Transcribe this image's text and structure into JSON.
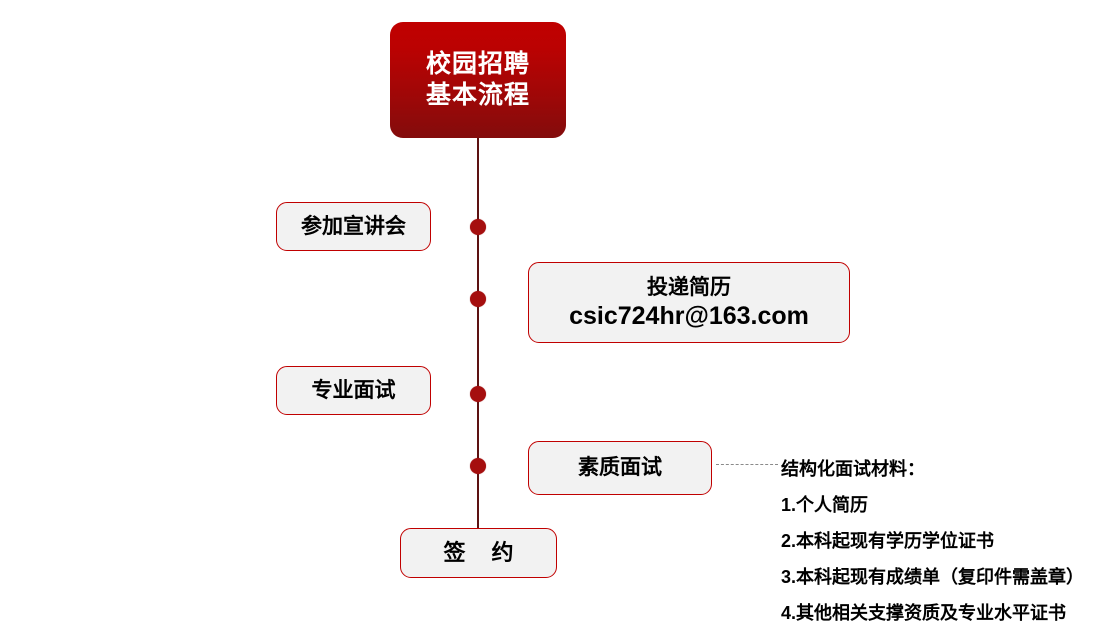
{
  "diagram": {
    "title_lines": [
      "校园招聘",
      "基本流程"
    ],
    "steps": [
      {
        "label": "参加宣讲会"
      },
      {
        "label": "投递简历",
        "detail": "csic724hr@163.com"
      },
      {
        "label": "专业面试"
      },
      {
        "label": "素质面试"
      },
      {
        "label": "签 约"
      }
    ],
    "notes": {
      "heading": "结构化面试材料：",
      "items": [
        "1.个人简历",
        "2.本科起现有学历学位证书",
        "3.本科起现有成绩单（复印件需盖章）",
        "4.其他相关支撑资质及专业水平证书"
      ]
    },
    "colors": {
      "header_top": "#C00000",
      "header_bottom": "#830C0C",
      "box_border": "#C00000",
      "box_fill": "#F2F2F2",
      "timeline": "#5D1212",
      "dot": "#A50F0F",
      "dash": "#8A8A8A",
      "text": "#000000",
      "title_text": "#FFFFFF"
    }
  }
}
